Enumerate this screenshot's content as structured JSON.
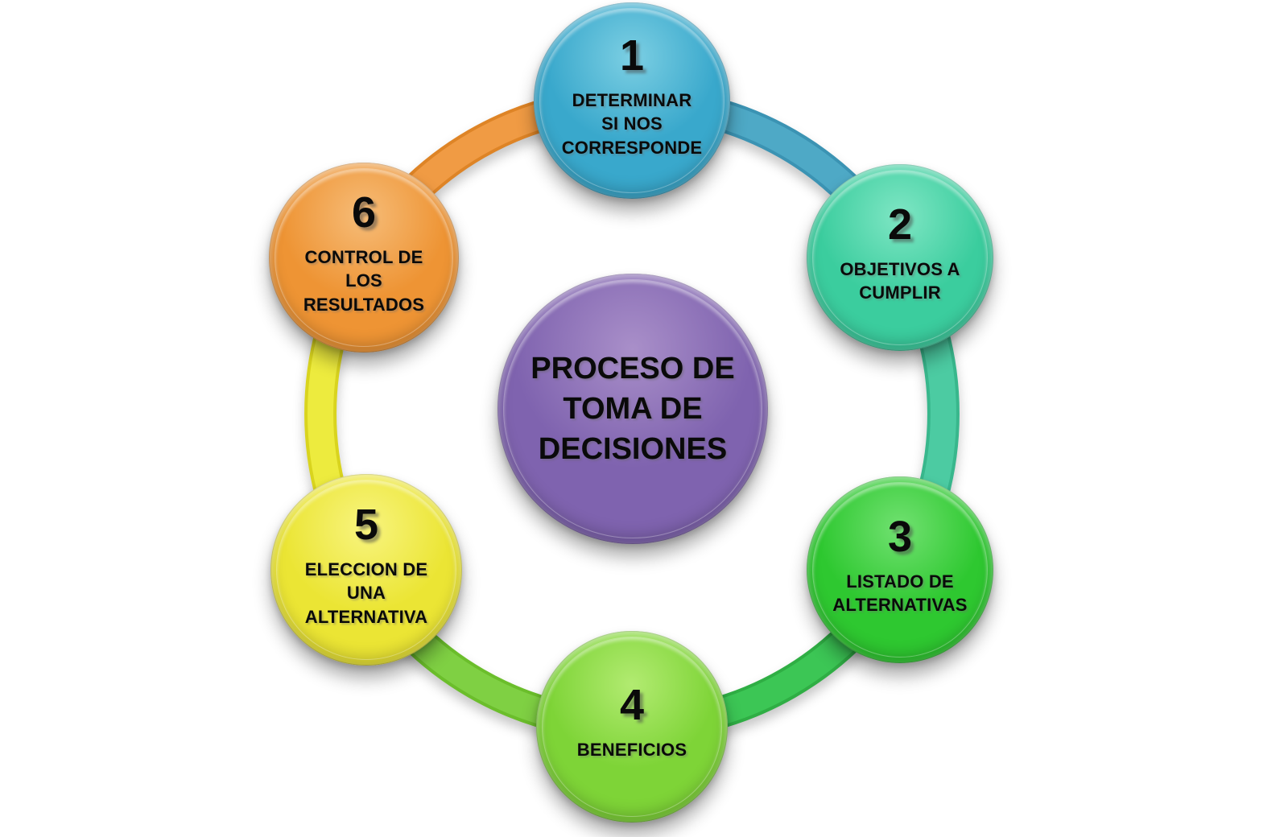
{
  "diagram": {
    "title": "PROCESO DE TOMA DE DECISIONES",
    "center": {
      "label": "PROCESO DE\nTOMA DE\nDECISIONES",
      "colors": {
        "light": "#A98FC9",
        "main": "#7F63AF",
        "dark": "#5D4490"
      }
    },
    "steps": [
      {
        "number": "1",
        "label": "DETERMINAR\nSI NOS\nCORRESPONDE",
        "colors": {
          "light": "#7CCFE3",
          "main": "#39A8CC",
          "dark": "#23789B",
          "arc": "#4EA9C6",
          "arcDark": "#3B93B3"
        }
      },
      {
        "number": "2",
        "label": "OBJETIVOS A\nCUMPLIR",
        "colors": {
          "light": "#7FE6C4",
          "main": "#3BCD9E",
          "dark": "#269B75",
          "arc": "#4CCBA2",
          "arcDark": "#38B78C"
        }
      },
      {
        "number": "3",
        "label": "LISTADO DE\nALTERNATIVAS",
        "colors": {
          "light": "#71E171",
          "main": "#2EC830",
          "dark": "#1D9A20",
          "arc": "#3CC655",
          "arcDark": "#2FAE44"
        }
      },
      {
        "number": "4",
        "label": "BENEFICIOS",
        "colors": {
          "light": "#B2EB71",
          "main": "#7ED437",
          "dark": "#58AC1A",
          "arc": "#7FD043",
          "arcDark": "#6BBE2B"
        }
      },
      {
        "number": "5",
        "label": "ELECCION DE\nUNA\nALTERNATIVA",
        "colors": {
          "light": "#F8F47F",
          "main": "#EBE534",
          "dark": "#C6BB10",
          "arc": "#EDEB3E",
          "arcDark": "#D9D41E"
        }
      },
      {
        "number": "6",
        "label": "CONTROL DE\nLOS\nRESULTADOS",
        "colors": {
          "light": "#F6BC78",
          "main": "#EE9434",
          "dark": "#C77513",
          "arc": "#F09B44",
          "arcDark": "#DE8426"
        }
      }
    ]
  }
}
